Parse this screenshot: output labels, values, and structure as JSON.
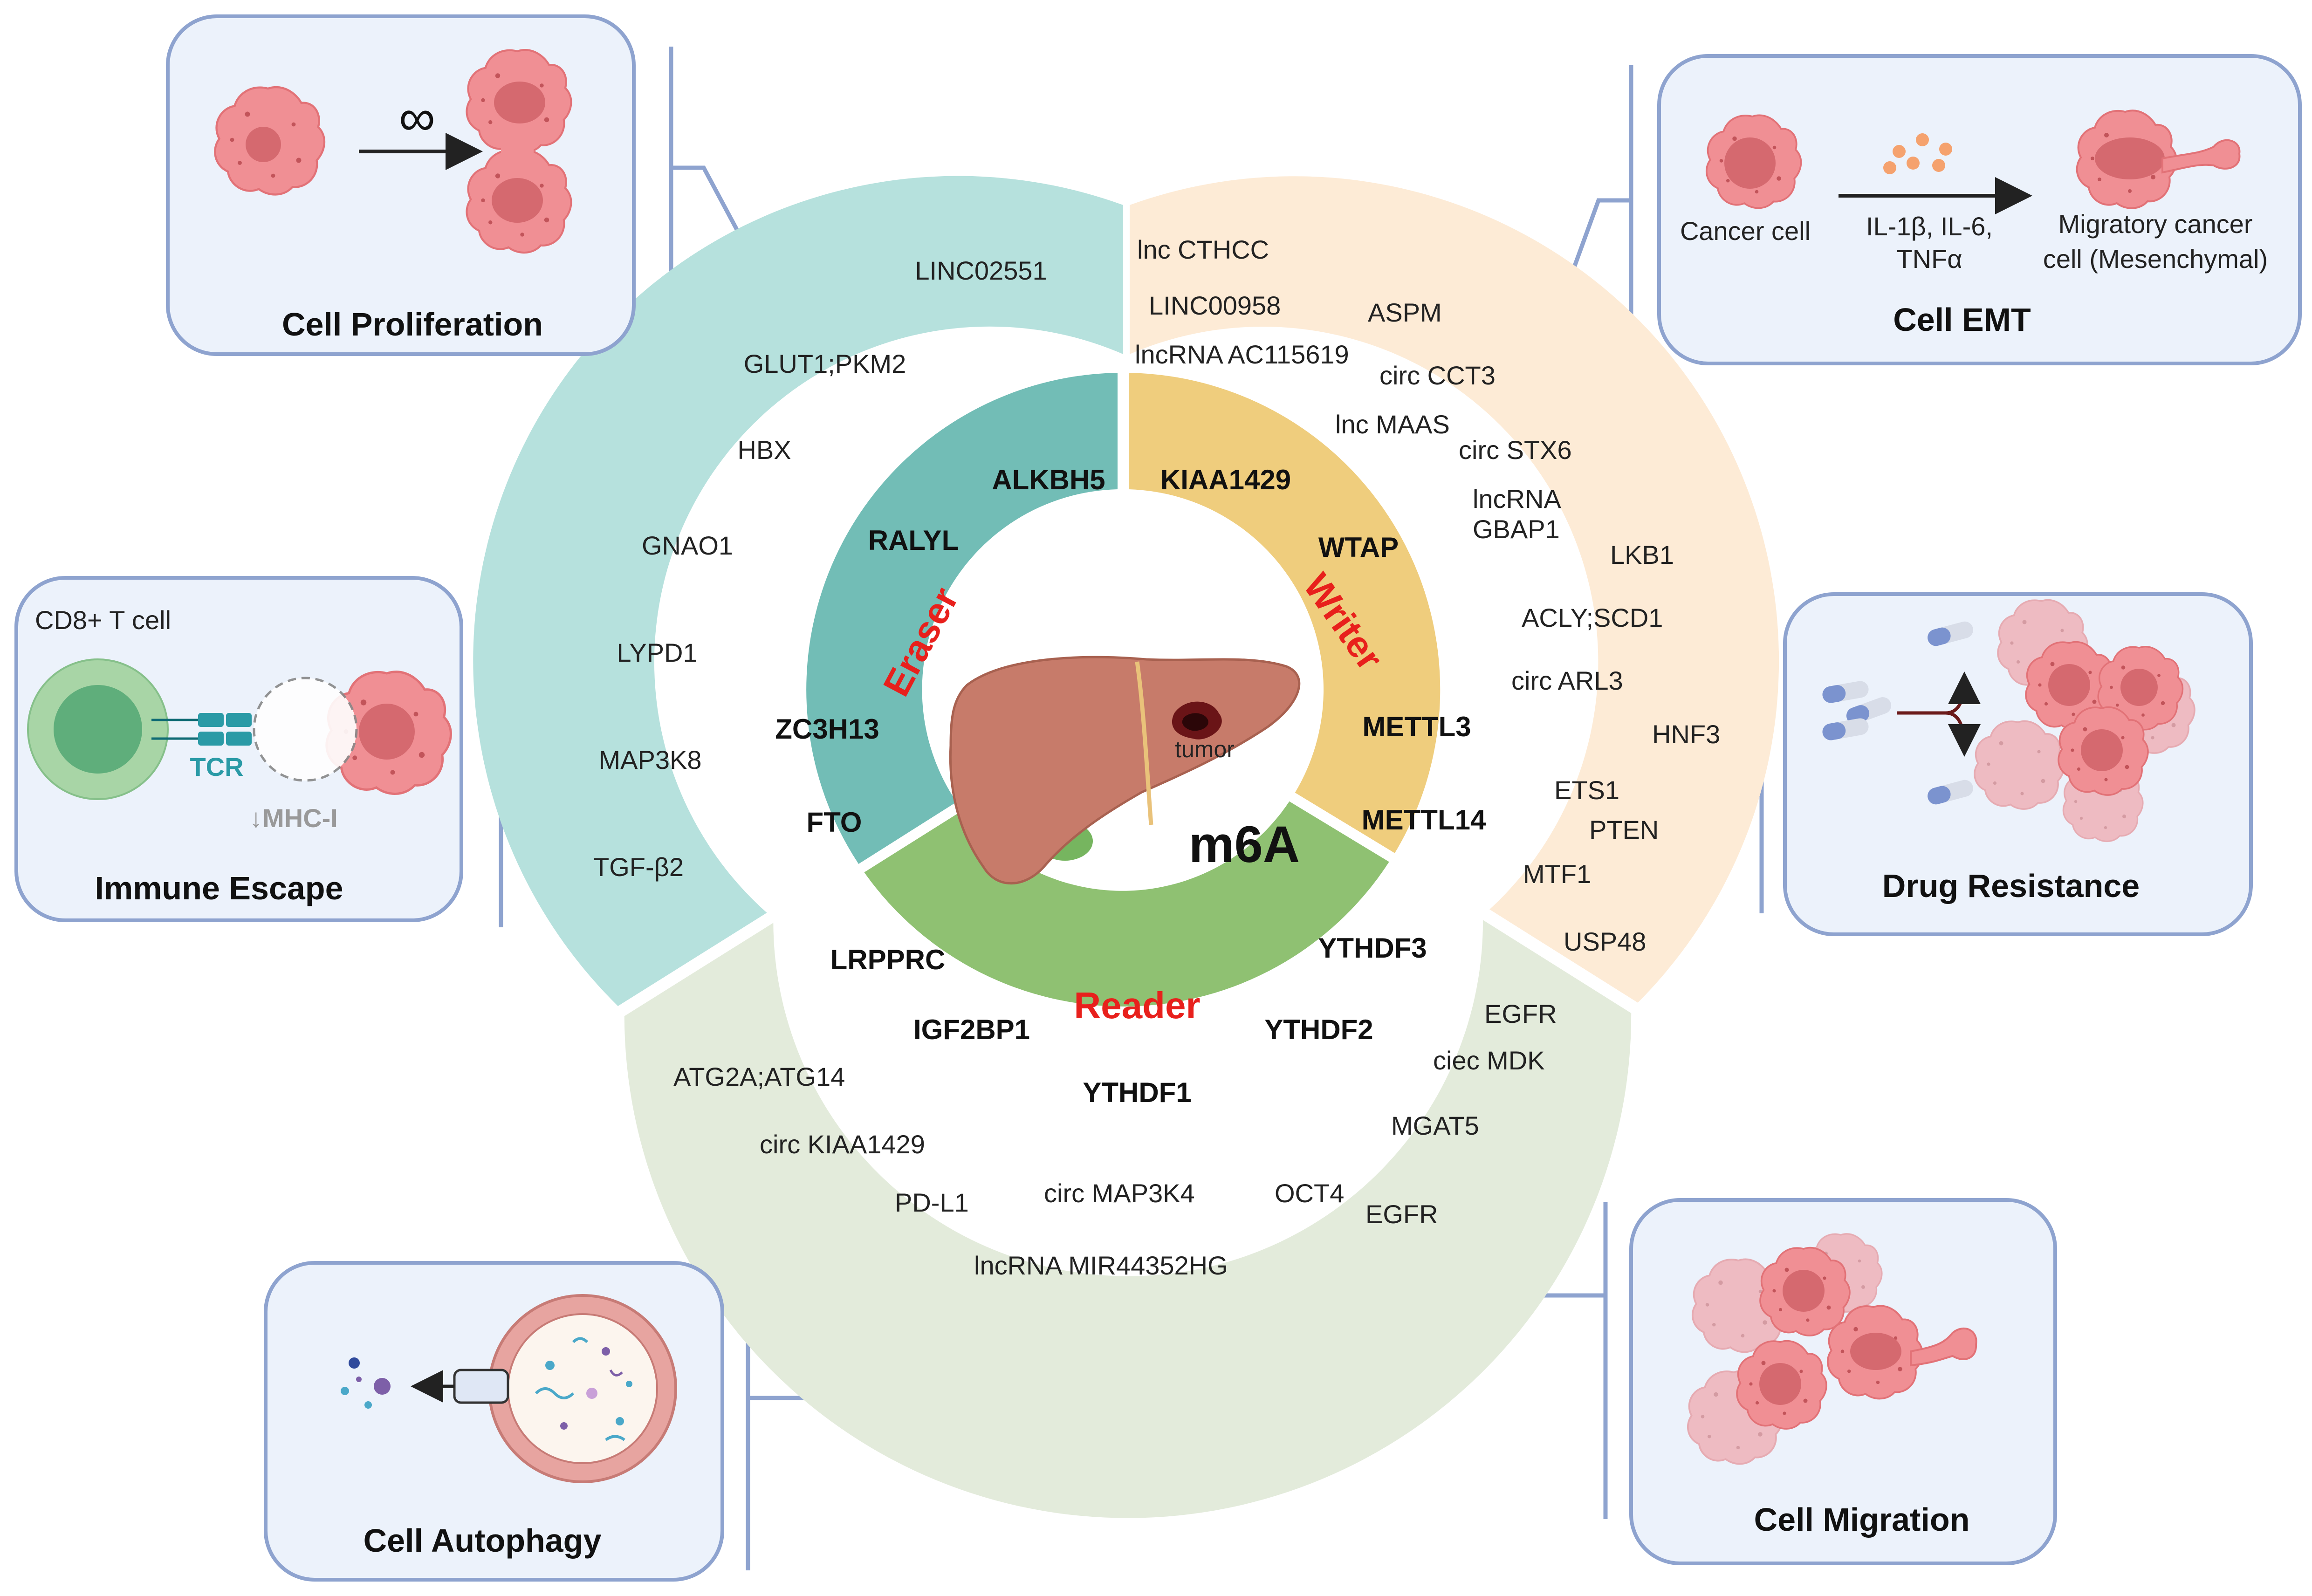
{
  "center": {
    "title": "m6A",
    "tumor_label": "tumor"
  },
  "sectors": [
    {
      "key": "eraser",
      "title": "Eraser",
      "inner_color": "#72bdb6",
      "outer_color": "#b6e1dd",
      "proteins": [
        "ALKBH5",
        "RALYL",
        "ZC3H13",
        "FTO"
      ],
      "targets": [
        "LINC02551",
        "GLUT1;PKM2",
        "HBX",
        "GNAO1",
        "LYPD1",
        "MAP3K8",
        "TGF-β2"
      ]
    },
    {
      "key": "writer",
      "title": "Writer",
      "inner_color": "#efcd7d",
      "outer_color": "#fdebd6",
      "proteins": [
        "KIAA1429",
        "WTAP",
        "METTL3",
        "METTL14"
      ],
      "targets": [
        "lnc CTHCC",
        "LINC00958",
        "ASPM",
        "lncRNA AC115619",
        "circ CCT3",
        "lnc MAAS",
        "circ STX6",
        "lncRNA",
        "GBAP1",
        "LKB1",
        "ACLY;SCD1",
        "circ ARL3",
        "HNF3",
        "ETS1",
        "PTEN",
        "MTF1",
        "USP48"
      ]
    },
    {
      "key": "reader",
      "title": "Reader",
      "inner_color": "#8fc172",
      "outer_color": "#e3ebdb",
      "proteins": [
        "LRPPRC",
        "IGF2BP1",
        "YTHDF3",
        "YTHDF2",
        "YTHDF1"
      ],
      "targets": [
        "EGFR",
        "ciec MDK",
        "ATG2A;ATG14",
        "MGAT5",
        "circ KIAA1429",
        "PD-L1",
        "circ MAP3K4",
        "OCT4",
        "EGFR",
        "lncRNA MIR44352HG"
      ]
    }
  ],
  "boxes": {
    "proliferation": {
      "title": "Cell Proliferation",
      "symbol": "∞"
    },
    "emt": {
      "title": "Cell EMT",
      "left_label": "Cancer cell",
      "mid_label_1": "IL-1β, IL-6,",
      "mid_label_2": "TNFα",
      "right_label_1": "Migratory cancer",
      "right_label_2": "cell (Mesenchymal)"
    },
    "immune": {
      "title": "Immune Escape",
      "cell_label": "CD8+ T cell",
      "receptor_label": "TCR",
      "mhc_label": "↓MHC-I"
    },
    "drug": {
      "title": "Drug Resistance"
    },
    "autophagy": {
      "title": "Cell Autophagy"
    },
    "migration": {
      "title": "Cell Migration"
    }
  },
  "colors": {
    "box_fill": "#ecf2fb",
    "box_stroke": "#8ea3cf",
    "connector": "#8ea3cf",
    "cancer_cell": "#f08f94",
    "cancer_nucleus": "#d5696f",
    "accent_red": "#e8201c",
    "liver": "#c77b6a",
    "tcell_outer": "#a8d5a6",
    "tcell_inner": "#5fae7b",
    "tcr": "#2a9aa6"
  }
}
